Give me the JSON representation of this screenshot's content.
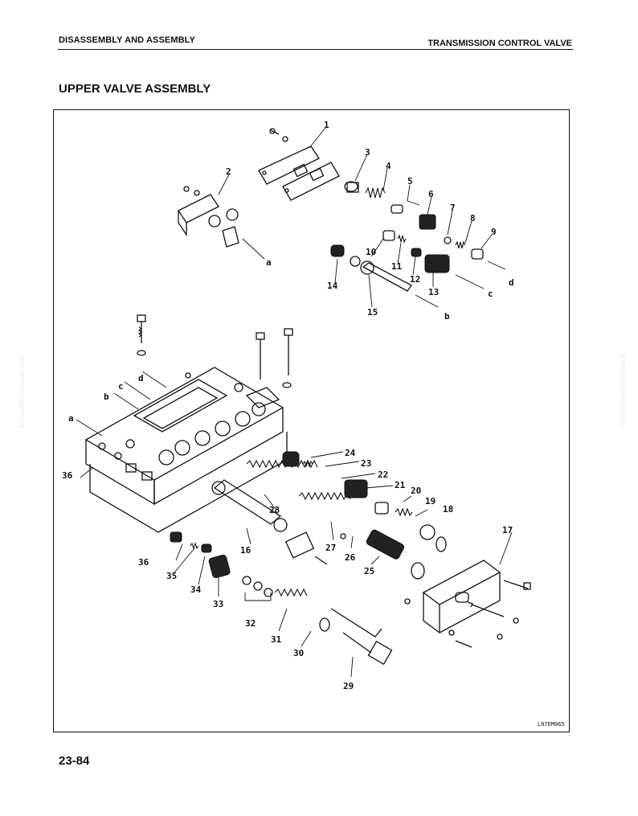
{
  "header": {
    "left": "DISASSEMBLY AND ASSEMBLY",
    "right": "TRANSMISSION CONTROL VALVE"
  },
  "section_title": "UPPER VALVE ASSEMBLY",
  "page_number": "23-84",
  "figure_code": "L07EM065",
  "watermark": "komatsumanual.com",
  "callouts": [
    {
      "id": "c1",
      "label": "1"
    },
    {
      "id": "c2",
      "label": "2"
    },
    {
      "id": "c3",
      "label": "3"
    },
    {
      "id": "c4",
      "label": "4"
    },
    {
      "id": "c5",
      "label": "5"
    },
    {
      "id": "c6",
      "label": "6"
    },
    {
      "id": "c7",
      "label": "7"
    },
    {
      "id": "c8",
      "label": "8"
    },
    {
      "id": "c9",
      "label": "9"
    },
    {
      "id": "c10",
      "label": "10"
    },
    {
      "id": "c11",
      "label": "11"
    },
    {
      "id": "c12",
      "label": "12"
    },
    {
      "id": "c13",
      "label": "13"
    },
    {
      "id": "c14",
      "label": "14"
    },
    {
      "id": "c15",
      "label": "15"
    },
    {
      "id": "c16",
      "label": "16"
    },
    {
      "id": "c17",
      "label": "17"
    },
    {
      "id": "c18",
      "label": "18"
    },
    {
      "id": "c19",
      "label": "19"
    },
    {
      "id": "c20",
      "label": "20"
    },
    {
      "id": "c21",
      "label": "21"
    },
    {
      "id": "c22",
      "label": "22"
    },
    {
      "id": "c23",
      "label": "23"
    },
    {
      "id": "c24",
      "label": "24"
    },
    {
      "id": "c25",
      "label": "25"
    },
    {
      "id": "c26",
      "label": "26"
    },
    {
      "id": "c27",
      "label": "27"
    },
    {
      "id": "c28",
      "label": "28"
    },
    {
      "id": "c29",
      "label": "29"
    },
    {
      "id": "c30",
      "label": "30"
    },
    {
      "id": "c31",
      "label": "31"
    },
    {
      "id": "c32",
      "label": "32"
    },
    {
      "id": "c33",
      "label": "33"
    },
    {
      "id": "c34",
      "label": "34"
    },
    {
      "id": "c35",
      "label": "35"
    },
    {
      "id": "c36a",
      "label": "36"
    },
    {
      "id": "c36b",
      "label": "36"
    }
  ],
  "flow_markers": [
    {
      "id": "fa_top",
      "label": "a"
    },
    {
      "id": "fb_top",
      "label": "b"
    },
    {
      "id": "fc_top",
      "label": "c"
    },
    {
      "id": "fd_top",
      "label": "d"
    },
    {
      "id": "fa_body",
      "label": "a"
    },
    {
      "id": "fb_body",
      "label": "b"
    },
    {
      "id": "fc_body",
      "label": "c"
    },
    {
      "id": "fd_body",
      "label": "d"
    }
  ]
}
